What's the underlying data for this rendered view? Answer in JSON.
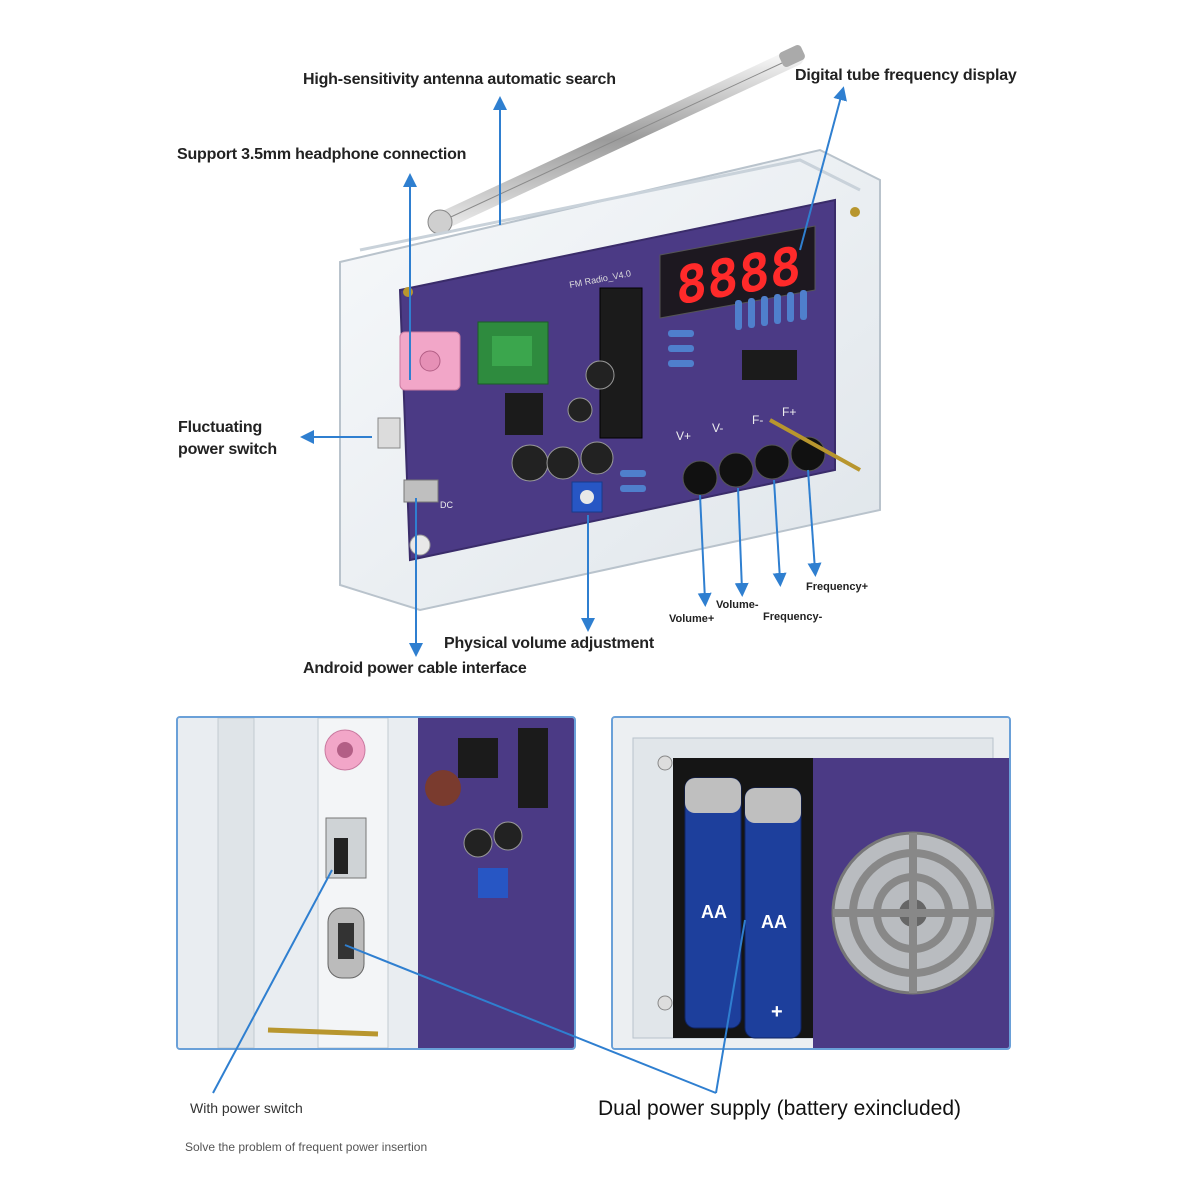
{
  "top_labels": {
    "antenna": "High-sensitivity antenna automatic search",
    "display": "Digital tube frequency display",
    "headphone": "Support 3.5mm headphone connection",
    "power_switch_line1": "Fluctuating",
    "power_switch_line2": "power switch",
    "volume_adjust": "Physical volume adjustment",
    "android_cable": "Android power cable interface"
  },
  "button_labels": {
    "volume_plus": "Volume+",
    "volume_minus": "Volume-",
    "frequency_minus": "Frequency-",
    "frequency_plus": "Frequency+"
  },
  "board_text": {
    "digits": "8888",
    "board_name": "FM Radio_V4.0",
    "btn_v_plus": "V+",
    "btn_v_minus": "V-",
    "btn_f_minus": "F-",
    "btn_f_plus": "F+",
    "dc_mark": "DC"
  },
  "battery_text": {
    "battery_left": "AA",
    "battery_right": "AA",
    "plus_mark": "+"
  },
  "bottom_labels": {
    "with_switch": "With power switch",
    "dual_power": "Dual power supply (battery exincluded)",
    "solve_note": "Solve the problem of frequent power insertion"
  },
  "colors": {
    "arrow": "#2f7fd0",
    "pcb": "#4b3a85",
    "frame_border": "#6aa0d8",
    "display_red": "#ff2a2a",
    "headphone_jack": "#f2a6c8",
    "battery_blue": "#1d3f9c"
  },
  "icons": [
    "antenna-icon",
    "speaker-icon",
    "battery-icon",
    "knob-icon"
  ]
}
